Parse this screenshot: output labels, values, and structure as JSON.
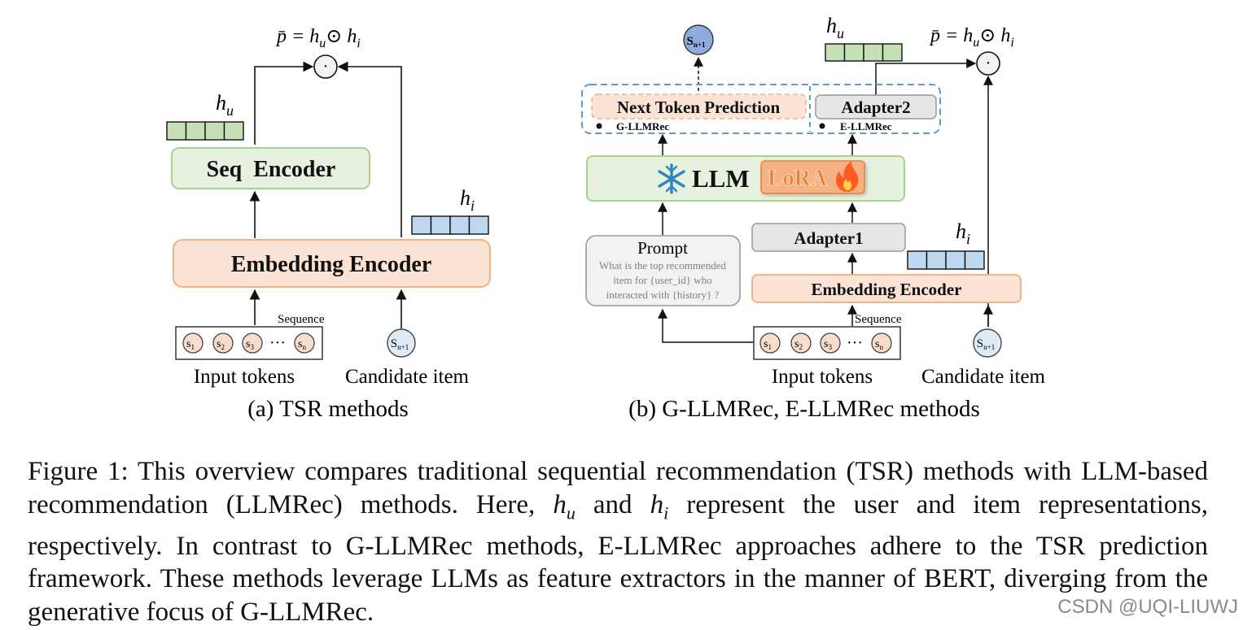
{
  "panel_a": {
    "formula": "p̄ = h_u ⊙ h_i",
    "hu_label": "h",
    "hu_sub": "u",
    "hi_label": "h",
    "hi_sub": "i",
    "seq_encoder": "Seq  Encoder",
    "embedding_encoder": "Embedding Encoder",
    "sequence_label": "Sequence",
    "tokens": [
      "s1",
      "s2",
      "s3",
      "sn"
    ],
    "token_main": [
      "s",
      "s",
      "s",
      "s"
    ],
    "token_sub": [
      "1",
      "2",
      "3",
      "n"
    ],
    "ellipsis": "···",
    "candidate_main": "S",
    "candidate_sub": "n+1",
    "input_tokens_label": "Input tokens",
    "candidate_item_label": "Candidate item",
    "panel_caption": "(a) TSR methods",
    "dot_symbol": "·"
  },
  "panel_b": {
    "output_main": "S",
    "output_sub": "n+1",
    "hu_label": "h",
    "hu_sub": "u",
    "hi_label": "h",
    "hi_sub": "i",
    "formula": "p̄ = h_u ⊙ h_i",
    "next_token_prediction": "Next Token Prediction",
    "g_llmrec": "G-LLMRec",
    "adapter2": "Adapter2",
    "e_llmrec": "E-LLMRec",
    "llm": "LLM",
    "lora": "LoRA",
    "prompt_title": "Prompt",
    "prompt_lines": [
      "What is the top recommended",
      "item for {user_id} who",
      "interacted with {history} ?"
    ],
    "adapter1": "Adapter1",
    "embedding_encoder": "Embedding Encoder",
    "sequence_label": "Sequence",
    "token_main": [
      "s",
      "s",
      "s",
      "s"
    ],
    "token_sub": [
      "1",
      "2",
      "3",
      "n"
    ],
    "ellipsis": "···",
    "candidate_main": "S",
    "candidate_sub": "n+1",
    "input_tokens_label": "Input tokens",
    "candidate_item_label": "Candidate item",
    "panel_caption": "(b) G-LLMRec, E-LLMRec methods",
    "dot_symbol": "·"
  },
  "caption": {
    "part1": "Figure 1: This overview compares traditional sequential recommendation (TSR) methods with LLM-based recommendation (LLMRec) methods. Here, ",
    "hu": "h",
    "hu_sub": "u",
    "and": " and ",
    "hi": "h",
    "hi_sub": "i",
    "part2": " represent the user and item representations, respectively. In contrast to G-LLMRec methods, E-LLMRec approaches adhere to the TSR prediction framework. These methods leverage LLMs as feature extractors in the manner of BERT, diverging from the generative focus of G-LLMRec."
  },
  "watermark": "CSDN @UQI-LIUWJ",
  "colors": {
    "green_fill": "#e6f2df",
    "green_stroke": "#a9d18e",
    "orange_fill": "#fbe3d6",
    "orange_stroke": "#f4b183",
    "vector_green": "#c5e0b4",
    "vector_blue": "#bdd7ee",
    "token_fill": "#f8dccc",
    "candidate_fill": "#deebf7",
    "output_fill": "#8faadc",
    "lora_fill": "#f4b183",
    "lora_text": "#ed7d31",
    "dashed_blue": "#5b9bd5",
    "gray_fill": "#e7e6e6"
  }
}
